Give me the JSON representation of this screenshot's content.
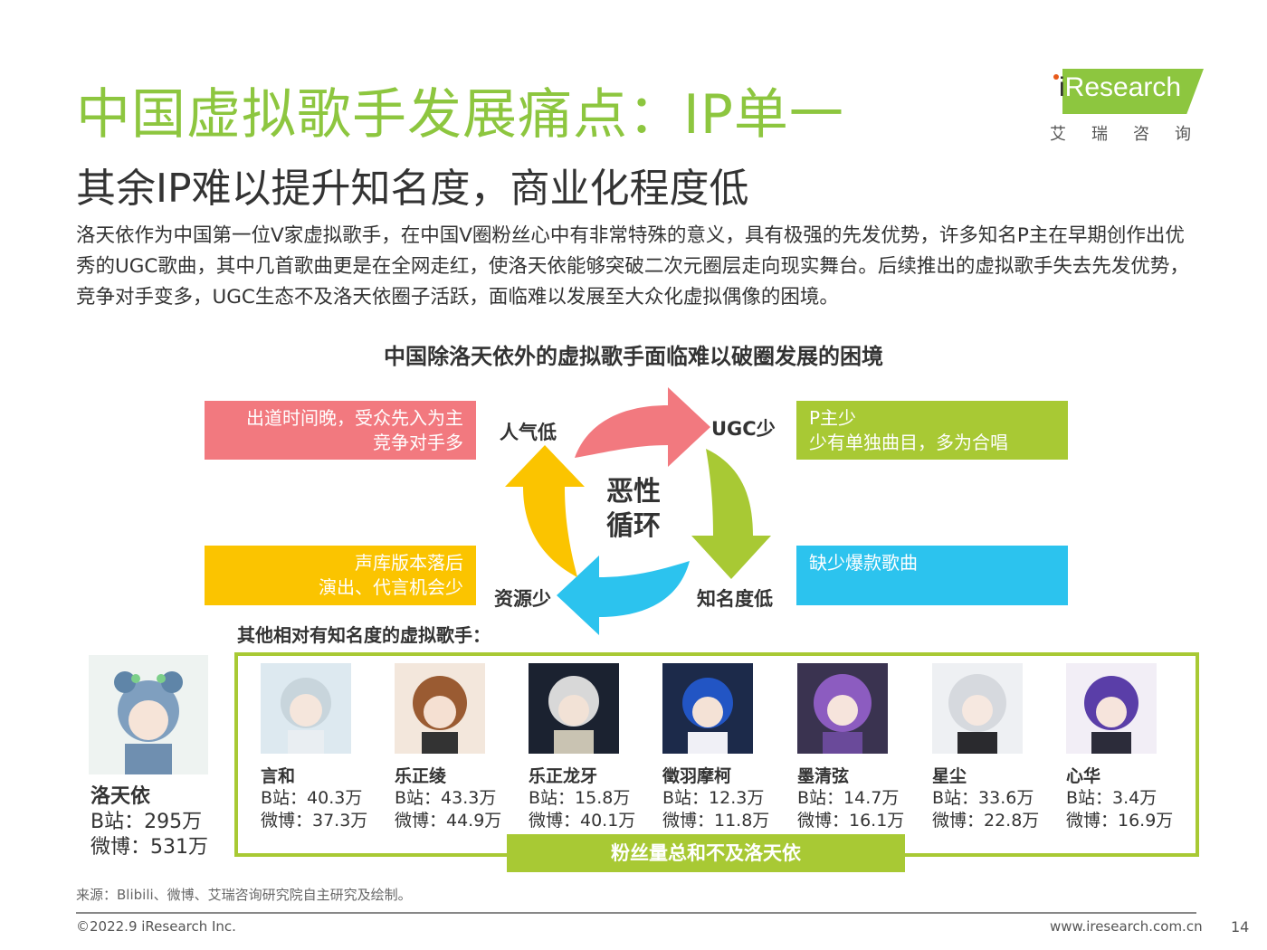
{
  "title": "中国虚拟歌手发展痛点：IP单一",
  "subtitle": "其余IP难以提升知名度，商业化程度低",
  "logo": {
    "wordmark_i": "i",
    "wordmark_rest": "Research",
    "chinese": "艾瑞咨询"
  },
  "intro": "洛天依作为中国第一位V家虚拟歌手，在中国V圈粉丝心中有非常特殊的意义，具有极强的先发优势，许多知名P主在早期创作出优秀的UGC歌曲，其中几首歌曲更是在全网走红，使洛天依能够突破二次元圈层走向现实舞台。后续推出的虚拟歌手失去先发优势，竞争对手变多，UGC生态不及洛天依圈子活跃，面临难以发展至大众化虚拟偶像的困境。",
  "diagram": {
    "title": "中国除洛天依外的虚拟歌手面临难以破圈发展的困境",
    "center": [
      "恶性",
      "循环"
    ],
    "nodes": {
      "top_left": "人气低",
      "top_right": "UGC少",
      "bottom_right": "知名度低",
      "bottom_left": "资源少"
    },
    "boxes": {
      "top_left": [
        "出道时间晚，受众先入为主",
        "竞争对手多"
      ],
      "top_right": [
        "P主少",
        "少有单独曲目，多为合唱"
      ],
      "bottom_left": [
        "声库版本落后",
        "演出、代言机会少"
      ],
      "bottom_right": [
        "缺少爆款歌曲"
      ]
    },
    "colors": {
      "pink": "#f2797f",
      "green": "#a8c934",
      "yellow": "#fbc400",
      "blue": "#2cc3ee"
    }
  },
  "singers_heading": "其他相对有知名度的虚拟歌手：",
  "luo_tianyi": {
    "name": "洛天依",
    "bilibili": "B站：295万",
    "weibo": "微博：531万"
  },
  "singers": [
    {
      "name": "言和",
      "bilibili": "B站：40.3万",
      "weibo": "微博：37.3万"
    },
    {
      "name": "乐正绫",
      "bilibili": "B站：43.3万",
      "weibo": "微博：44.9万"
    },
    {
      "name": "乐正龙牙",
      "bilibili": "B站：15.8万",
      "weibo": "微博：40.1万"
    },
    {
      "name": "徵羽摩柯",
      "bilibili": "B站：12.3万",
      "weibo": "微博：11.8万"
    },
    {
      "name": "墨清弦",
      "bilibili": "B站：14.7万",
      "weibo": "微博：16.1万"
    },
    {
      "name": "星尘",
      "bilibili": "B站：33.6万",
      "weibo": "微博：22.8万"
    },
    {
      "name": "心华",
      "bilibili": "B站：3.4万",
      "weibo": "微博：16.9万"
    }
  ],
  "summary": "粉丝量总和不及洛天依",
  "source": "来源：Blibili、微博、艾瑞咨询研究院自主研究及绘制。",
  "copyright": "©2022.9 iResearch Inc.",
  "site": "www.iresearch.com.cn",
  "page_number": "14"
}
